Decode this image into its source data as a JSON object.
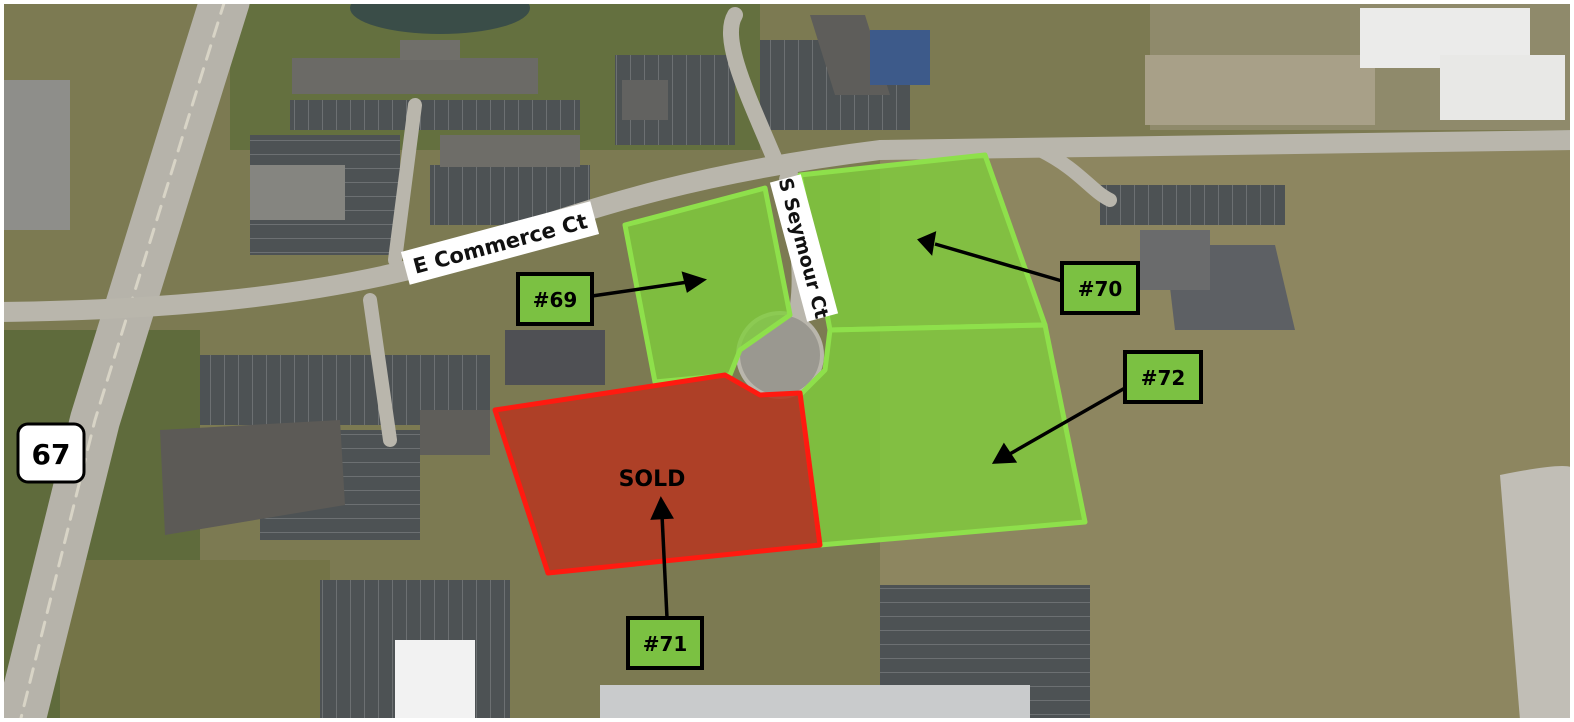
{
  "streets": {
    "commerce": "E Commerce Ct",
    "seymour": "S Seymour Ct"
  },
  "route": {
    "number": "67"
  },
  "lots": [
    {
      "id": "#69",
      "status": "available"
    },
    {
      "id": "#70",
      "status": "available"
    },
    {
      "id": "#71",
      "status": "sold"
    },
    {
      "id": "#72",
      "status": "available"
    }
  ],
  "sold_label": "SOLD",
  "colors": {
    "available_fill": "#7fcf3a",
    "available_outline": "#8ee04b",
    "sold_fill": "#b43a22",
    "sold_outline": "#ff1a10",
    "label_box": "#7bc142",
    "field": "#8a8456",
    "road": "#b9b6ac",
    "parking": "#4f5456"
  }
}
